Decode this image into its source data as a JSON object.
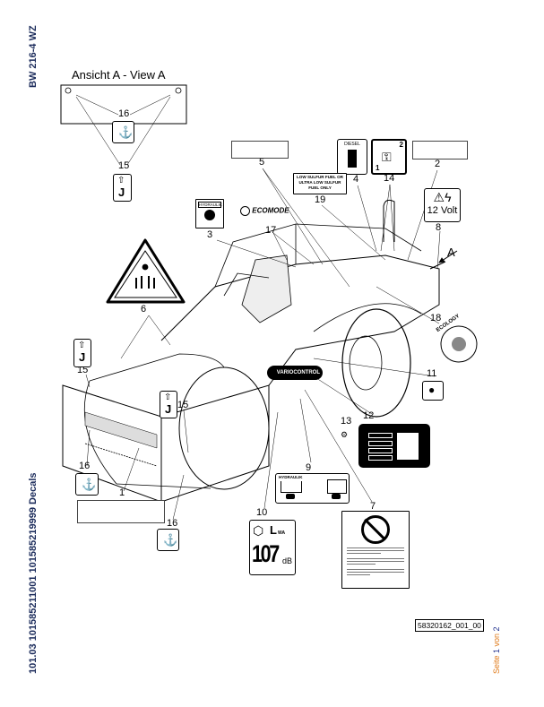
{
  "side_labels": {
    "model": "BW 216-4 WZ",
    "document": "101.03 101585211001 101585219999 Decals",
    "page_prefix": "Seite ",
    "page_current": "1",
    "page_sep": " von ",
    "page_total": "2"
  },
  "view_a": {
    "title": "Ansicht A - View A"
  },
  "callouts": {
    "n1": "1",
    "n2": "2",
    "n3": "3",
    "n4": "4",
    "n5": "5",
    "n6": "6",
    "n7": "7",
    "n8": "8",
    "n9": "9",
    "n10": "10",
    "n11": "11",
    "n12": "12",
    "n13": "13",
    "n14": "14",
    "n15": "15",
    "n16": "16",
    "n17": "17",
    "n18": "18",
    "n19": "19",
    "view_arrow": "A"
  },
  "decals": {
    "diesel": "DIESEL",
    "low_sulfur": "LOW SULFUR FUEL OR ULTRA LOW SULFUR FUEL ONLY",
    "volt": "12 Volt",
    "hydraulik": "HYDRAULIK",
    "ecomode": "ECOMODE",
    "variocontrol": "VARIOCONTROL",
    "ecology": "ECOLOGY",
    "hydraulik_level": "HYDRAULIK",
    "lwa_letter": "L",
    "lwa_sub": "WA",
    "db_value": "107",
    "db_unit": "dB",
    "step_1": "1",
    "step_2": "2"
  },
  "drawing_id": "58320162_001_00",
  "colors": {
    "side_text": "#1a2a5a",
    "page_text": "#e07a1a"
  }
}
